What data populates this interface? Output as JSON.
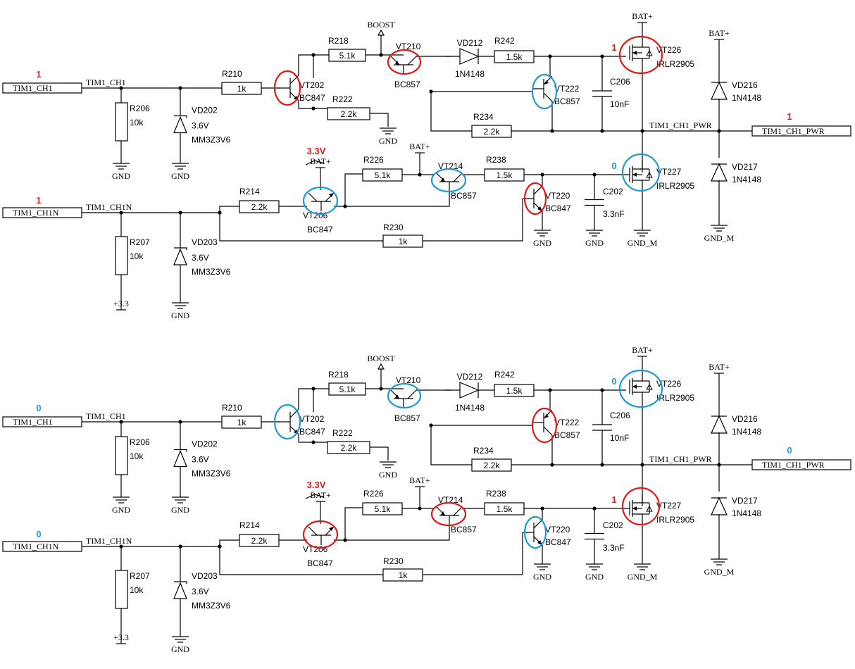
{
  "colors": {
    "active": "#e01818",
    "inactive": "#1e9ad6",
    "wire": "#000000"
  },
  "net_labels": {
    "tim1_ch1": "TIM1_CH1",
    "tim1_ch1n": "TIM1_CH1N",
    "tim1_ch1_pwr": "TIM1_CH1_PWR",
    "boost": "BOOST",
    "bat_plus": "BAT+",
    "gnd": "GND",
    "gnd_m": "GND_M",
    "v33": "+3.3"
  },
  "states": [
    {
      "ch1": "1",
      "ch1n": "1",
      "pwr": "1",
      "vt226": "1",
      "vt227": "0",
      "vt206_note": "3.3V",
      "rings": {
        "vt202": "red",
        "vt210": "red",
        "vt226": "red",
        "vt222": "blue",
        "vt227": "blue",
        "vt206": "blue",
        "vt214": "blue",
        "vt220": "red"
      }
    },
    {
      "ch1": "0",
      "ch1n": "0",
      "pwr": "0",
      "vt226": "0",
      "vt227": "1",
      "vt206_note": "3.3V",
      "rings": {
        "vt202": "blue",
        "vt210": "blue",
        "vt226": "blue",
        "vt222": "red",
        "vt227": "red",
        "vt206": "red",
        "vt214": "red",
        "vt220": "blue"
      }
    }
  ],
  "components": {
    "r210": {
      "ref": "R210",
      "value": "1k"
    },
    "r218": {
      "ref": "R218",
      "value": "5.1k"
    },
    "r222": {
      "ref": "R222",
      "value": "2.2k"
    },
    "r242": {
      "ref": "R242",
      "value": "1.5k"
    },
    "r234": {
      "ref": "R234",
      "value": "2.2k"
    },
    "r206": {
      "ref": "R206",
      "value": "10k"
    },
    "r207": {
      "ref": "R207",
      "value": "10k"
    },
    "r214": {
      "ref": "R214",
      "value": "2.2k"
    },
    "r226": {
      "ref": "R226",
      "value": "5.1k"
    },
    "r238": {
      "ref": "R238",
      "value": "1.5k"
    },
    "r230": {
      "ref": "R230",
      "value": "1k"
    },
    "vd202": {
      "ref": "VD202",
      "value": "3.6V",
      "part": "MM3Z3V6"
    },
    "vd203": {
      "ref": "VD203",
      "value": "3.6V",
      "part": "MM3Z3V6"
    },
    "vd212": {
      "ref": "VD212",
      "part": "1N4148"
    },
    "vd216": {
      "ref": "VD216",
      "part": "1N4148"
    },
    "vd217": {
      "ref": "VD217",
      "part": "1N4148"
    },
    "vt202": {
      "ref": "VT202",
      "part": "BC847"
    },
    "vt210": {
      "ref": "VT210",
      "part": "BC857"
    },
    "vt222": {
      "ref": "VT222",
      "part": "BC857"
    },
    "vt226": {
      "ref": "VT226",
      "part": "IRLR2905"
    },
    "vt206": {
      "ref": "VT206",
      "part": "BC847"
    },
    "vt214": {
      "ref": "VT214",
      "part": "BC857"
    },
    "vt220": {
      "ref": "VT220",
      "part": "BC847"
    },
    "vt227": {
      "ref": "VT227",
      "part": "IRLR2905"
    },
    "c206": {
      "ref": "C206",
      "value": "10nF"
    },
    "c202": {
      "ref": "C202",
      "value": "3.3nF"
    }
  }
}
